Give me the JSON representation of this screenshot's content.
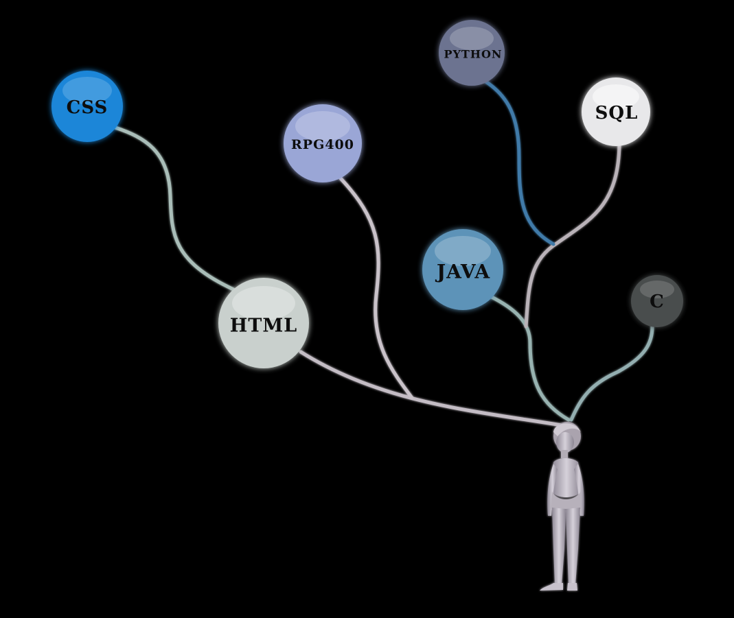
{
  "diagram": {
    "nodes": [
      {
        "id": "css",
        "label": "CSS",
        "color": "#1a86d8"
      },
      {
        "id": "rpg400",
        "label": "RPG400",
        "color": "#9aa6d6"
      },
      {
        "id": "python",
        "label": "PYTHON",
        "color": "#6c7390"
      },
      {
        "id": "sql",
        "label": "SQL",
        "color": "#e8e8ea"
      },
      {
        "id": "html",
        "label": "HTML",
        "color": "#c9d0cd"
      },
      {
        "id": "java",
        "label": "JAVA",
        "color": "#5d93b8"
      },
      {
        "id": "c",
        "label": "C",
        "color": "#4a4d4e"
      }
    ],
    "edges": [
      {
        "from": "html",
        "to": "css",
        "color": "#a9bdb8"
      },
      {
        "from": "person",
        "to": "html",
        "color": "#c3bcc4"
      },
      {
        "from": "person",
        "to": "rpg400",
        "color": "#c9c2c9"
      },
      {
        "from": "person",
        "to": "java",
        "color": "#97b2b0"
      },
      {
        "from": "person",
        "to": "sql",
        "color": "#b9b2b8"
      },
      {
        "from": "sql",
        "to": "python",
        "color": "#3f7aa8"
      },
      {
        "from": "person",
        "to": "c",
        "color": "#93aeb0"
      }
    ],
    "person": {
      "icon": "person-figure-icon",
      "color": "#c8c2cc"
    }
  }
}
